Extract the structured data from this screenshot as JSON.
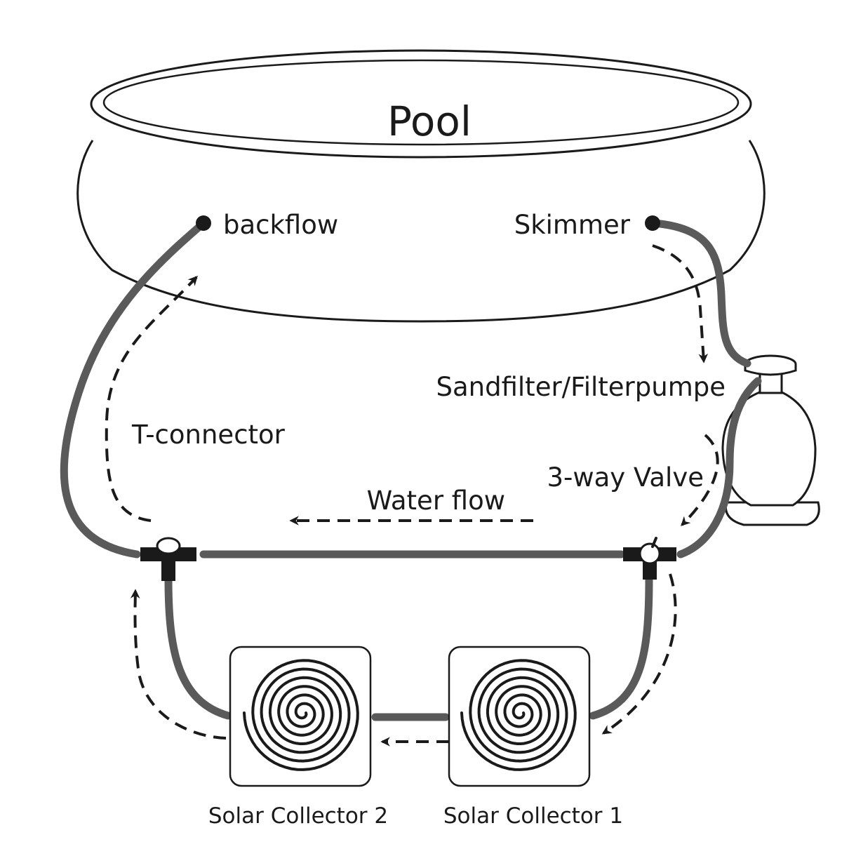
{
  "title": "Pool",
  "labels": {
    "backflow": "backflow",
    "skimmer": "Skimmer",
    "sandfilter": "Sandfilter/Filterpumpe",
    "t_connector": "T-connector",
    "water_flow": "Water flow",
    "three_way_valve": "3-way Valve",
    "solar_collector_2": "Solar Collector 2",
    "solar_collector_1": "Solar Collector 1"
  },
  "colors": {
    "outline": "#1a1a1a",
    "hose": "#5a5a5a",
    "background": "#ffffff"
  }
}
